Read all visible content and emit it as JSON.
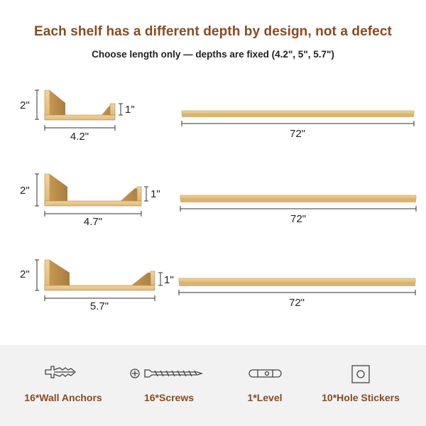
{
  "header": {
    "title": "Each shelf has a different depth by design, not a defect",
    "subtitle": "Choose length only — depths are fixed (4.2\", 5\", 5.7\")"
  },
  "shelves": [
    {
      "height_back": "2\"",
      "height_lip": "1\"",
      "depth": "4.2\"",
      "length": "72\""
    },
    {
      "height_back": "2\"",
      "height_lip": "1\"",
      "depth": "4.7\"",
      "length": "72\""
    },
    {
      "height_back": "2\"",
      "height_lip": "1\"",
      "depth": "5.7\"",
      "length": "72\""
    }
  ],
  "accessories": [
    {
      "icon": "wall-anchor-icon",
      "label": "16*Wall Anchors"
    },
    {
      "icon": "screw-icon",
      "label": "16*Screws"
    },
    {
      "icon": "level-icon",
      "label": "1*Level"
    },
    {
      "icon": "hole-sticker-icon",
      "label": "10*Hole Stickers"
    }
  ],
  "colors": {
    "title": "#8a4a20",
    "wood": "#e6c487",
    "wood_dark": "#c99b55",
    "footer_bg": "#f2f2f2"
  }
}
